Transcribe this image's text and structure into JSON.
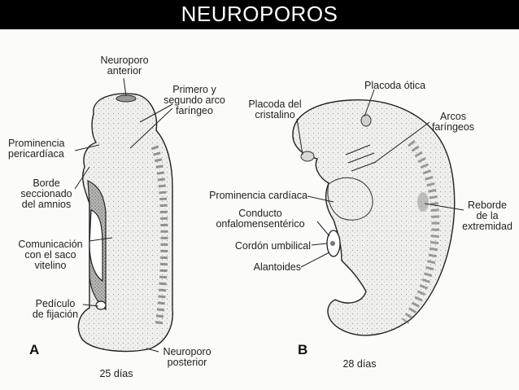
{
  "title": "NEUROPOROS",
  "figure": {
    "panel_a": {
      "letter": "A",
      "age": "25 días",
      "labels": {
        "anterior_neuropore": [
          "Neuroporo",
          "anterior"
        ],
        "pharyngeal_arches": [
          "Primero y",
          "segundo arco",
          "faríngeo"
        ],
        "pericardial_bulge": [
          "Prominencia",
          "pericardíaca"
        ],
        "amnion_edge": [
          "Borde",
          "seccionado",
          "del amnios"
        ],
        "yolk_sac_comm": [
          "Comunicación",
          "con el saco",
          "vitelino"
        ],
        "connecting_stalk": [
          "Pedículo",
          "de fijación"
        ],
        "posterior_neuropore": [
          "Neuroporo",
          "posterior"
        ]
      }
    },
    "panel_b": {
      "letter": "B",
      "age": "28 días",
      "labels": {
        "otic_placode": [
          "Placoda ótica"
        ],
        "lens_placode": [
          "Placoda del",
          "cristalino"
        ],
        "pharyngeal_arches": [
          "Arcos",
          "faríngeos"
        ],
        "heart_bulge": [
          "Prominencia cardíaca"
        ],
        "vitelline_duct": [
          "Conducto",
          "onfalomensentérico"
        ],
        "umbilical_cord": [
          "Cordón umbilical"
        ],
        "allantois": [
          "Alantoides"
        ],
        "limb_ridge": [
          "Reborde",
          "de la",
          "extremidad"
        ]
      }
    }
  }
}
